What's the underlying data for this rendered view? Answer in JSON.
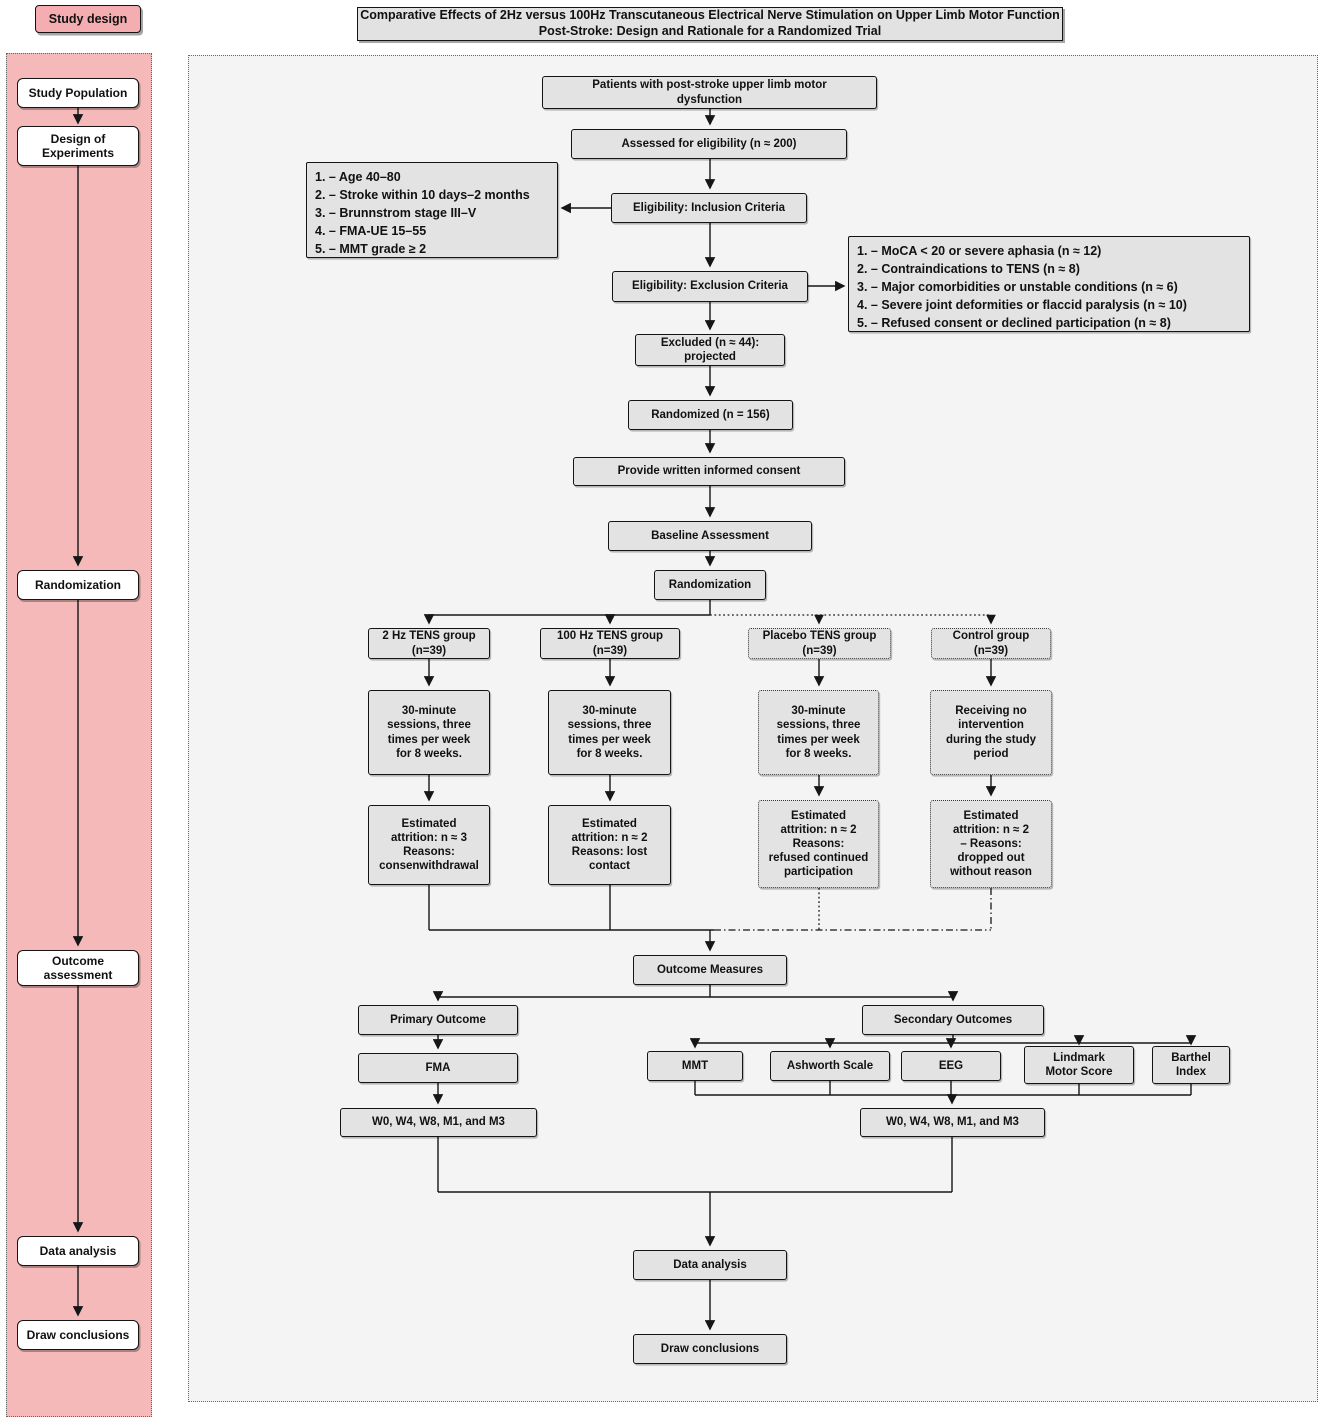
{
  "title": "Comparative Effects of 2Hz versus 100Hz Transcutaneous Electrical Nerve Stimulation on Upper Limb Motor\nFunction Post-Stroke: Design and Rationale for a Randomized Trial",
  "colors": {
    "sidebar_pink": "#f5b9b9",
    "header_pink": "#f4adb0",
    "node_gray": "#e3e3e3",
    "panel_gray": "#f4f4f4",
    "line_black": "#161616"
  },
  "sidebar": {
    "header": "Study design",
    "steps": {
      "population": "Study Population",
      "design": "Design of\nExperiments",
      "randomization": "Randomization",
      "outcome": "Outcome\nassessment",
      "data_analysis": "Data analysis",
      "conclusions": "Draw conclusions"
    }
  },
  "flow": {
    "patients": "Patients with post-stroke upper limb motor\ndysfunction",
    "assessed": "Assessed for eligibility (n ≈ 200)",
    "inclusion_title": "Eligibility: Inclusion Criteria",
    "inclusion_items": [
      "1. – Age 40–80",
      "2. – Stroke within 10 days–2 months",
      "3. – Brunnstrom stage III–V",
      "4. – FMA-UE 15–55",
      "5. – MMT grade ≥ 2"
    ],
    "exclusion_title": "Eligibility: Exclusion Criteria",
    "exclusion_items": [
      "1. – MoCA < 20 or severe aphasia (n ≈ 12)",
      "2. – Contraindications to TENS (n ≈ 8)",
      "3. – Major comorbidities or unstable conditions (n ≈ 6)",
      "4. – Severe joint deformities or flaccid paralysis (n ≈ 10)",
      "5. – Refused consent or declined participation (n ≈ 8)"
    ],
    "excluded": "Excluded (n ≈ 44):\nprojected",
    "randomized": "Randomized (n = 156)",
    "consent": "Provide written informed consent",
    "baseline": "Baseline Assessment",
    "randomization": "Randomization",
    "groups": [
      {
        "name": "2 Hz TENS group\n(n=39)",
        "intervention": "30-minute\nsessions, three\ntimes per week\nfor 8 weeks.",
        "attrition": "Estimated\nattrition: n ≈ 3\nReasons:\nconsenwithdrawal"
      },
      {
        "name": "100 Hz TENS group\n(n=39)",
        "intervention": "30-minute\nsessions, three\ntimes per week\nfor 8 weeks.",
        "attrition": "Estimated\nattrition: n ≈ 2\nReasons: lost\ncontact"
      },
      {
        "name": "Placebo TENS group\n(n=39)",
        "intervention": "30-minute\nsessions, three\ntimes per week\nfor 8 weeks.",
        "attrition": "Estimated\nattrition: n ≈ 2\nReasons:\nrefused continued\nparticipation"
      },
      {
        "name": "Control group\n(n=39)",
        "intervention": "Receiving no\nintervention\nduring the study\nperiod",
        "attrition": "Estimated\nattrition: n ≈ 2\n– Reasons:\ndropped out\nwithout reason"
      }
    ],
    "outcome_measures": "Outcome Measures",
    "primary_outcome": "Primary Outcome",
    "secondary_outcomes": "Secondary Outcomes",
    "primary_items": [
      "FMA"
    ],
    "secondary_items": [
      "MMT",
      "Ashworth Scale",
      "EEG",
      "Lindmark\nMotor Score",
      "Barthel\nIndex"
    ],
    "primary_timepoints": "W0, W4, W8, M1, and M3",
    "secondary_timepoints": "W0, W4, W8, M1, and M3",
    "data_analysis": "Data analysis",
    "draw_conclusions": "Draw conclusions"
  }
}
